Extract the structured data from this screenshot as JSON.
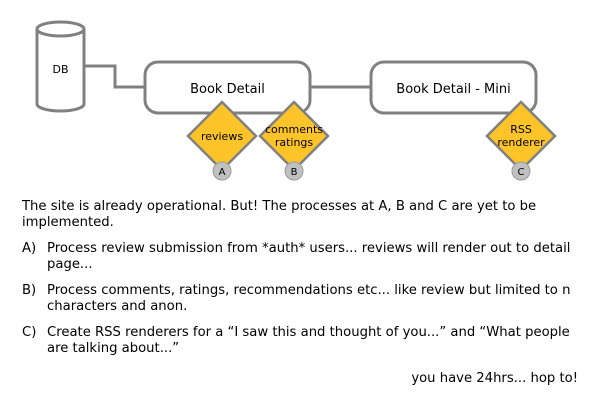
{
  "diagram": {
    "database": {
      "label": "DB"
    },
    "book_detail": {
      "label": "Book Detail"
    },
    "book_detail_mini": {
      "label": "Book Detail - Mini"
    },
    "processes": [
      {
        "lines": [
          "reviews"
        ],
        "marker": "A"
      },
      {
        "lines": [
          "comments",
          "ratings"
        ],
        "marker": "B"
      },
      {
        "lines": [
          "RSS",
          "renderer"
        ],
        "marker": "C"
      }
    ],
    "colors": {
      "diamond_fill": "#FDC42A",
      "marker_fill": "#C0C0C0",
      "stroke": "#808080"
    }
  },
  "text": {
    "intro": "The site is already operational. But! The processes at A, B and C are yet to be implemented.",
    "items": [
      {
        "label": "A)",
        "text": "Process review submission from *auth* users...  reviews will render out to detail page..."
      },
      {
        "label": "B)",
        "text": "Process comments, ratings, recommendations etc... like review but limited to n characters and anon."
      },
      {
        "label": "C)",
        "text": "Create RSS renderers for a “I saw this and thought of you...” and “What people are talking about...”"
      }
    ],
    "closing": "you have 24hrs... hop to!"
  }
}
